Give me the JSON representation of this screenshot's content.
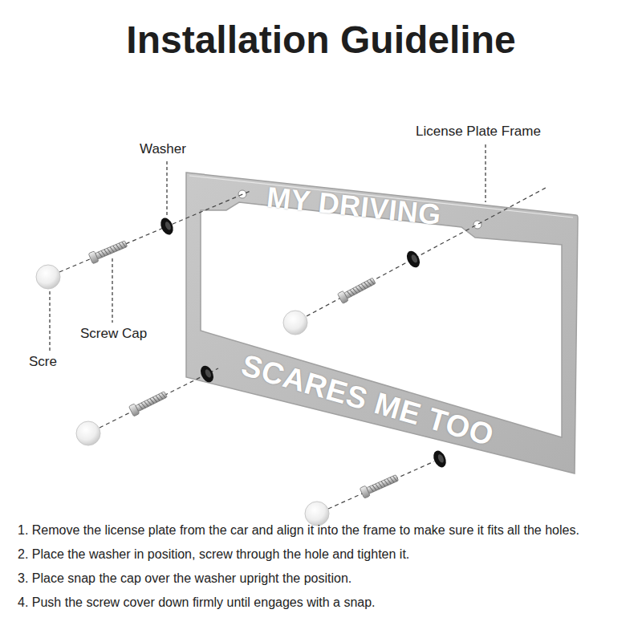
{
  "diagram": {
    "title": "Installation Guideline",
    "labels": [
      "Washer",
      "License Plate Frame",
      "Screw Cap",
      "Scre",
      "MY DRIVING",
      "SCARES ME TOO",
      "1. Remove the license plate from the car and align it into the frame to make sure it fits all the holes.",
      "2. Place the washer in position, screw through the hole and tighten it.",
      "3. Place snap the cap over the washer upright the position.",
      "4. Push the screw cover down firmly until engages with a snap."
    ]
  }
}
